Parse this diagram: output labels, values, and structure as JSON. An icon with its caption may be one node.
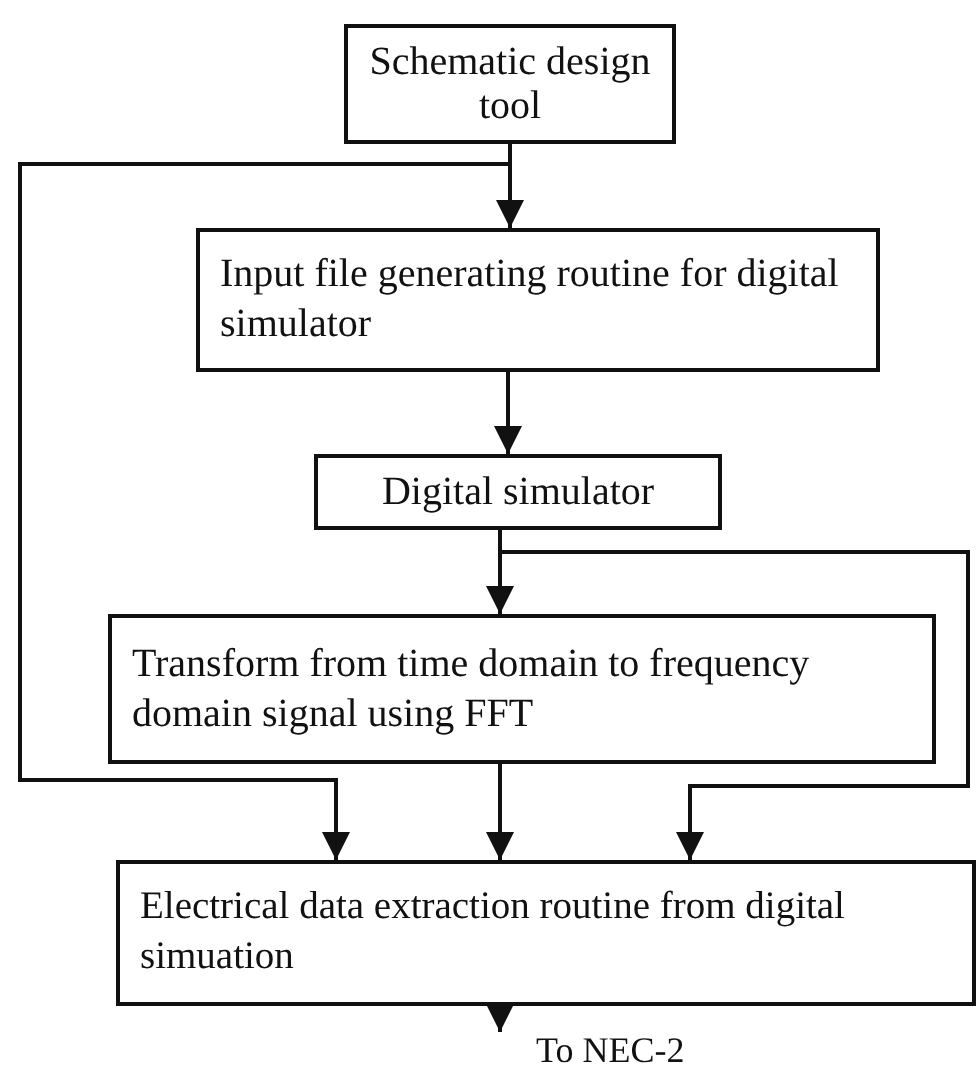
{
  "diagram": {
    "nodes": [
      {
        "text": [
          "Schematic design tool"
        ]
      },
      {
        "text": [
          "Input file generating routine for digital simulator"
        ]
      },
      {
        "text": [
          "Digital simulator"
        ]
      },
      {
        "text": [
          "Transform from time domain to frequency domain signal using FFT"
        ]
      },
      {
        "text": [
          "Electrical data extraction routine from digital simuation"
        ]
      },
      {
        "text": [
          "To NEC-2"
        ]
      }
    ],
    "edges": [
      {
        "from": 0,
        "to": 1,
        "arrow": "to"
      },
      {
        "from": 0,
        "to": 4,
        "arrow": "to"
      },
      {
        "from": 1,
        "to": 2,
        "arrow": "to"
      },
      {
        "from": 2,
        "to": 3,
        "arrow": "to"
      },
      {
        "from": 2,
        "to": 4,
        "arrow": "to"
      },
      {
        "from": 3,
        "to": 4,
        "arrow": "to"
      },
      {
        "from": 4,
        "to": 5,
        "arrow": "to"
      }
    ]
  }
}
